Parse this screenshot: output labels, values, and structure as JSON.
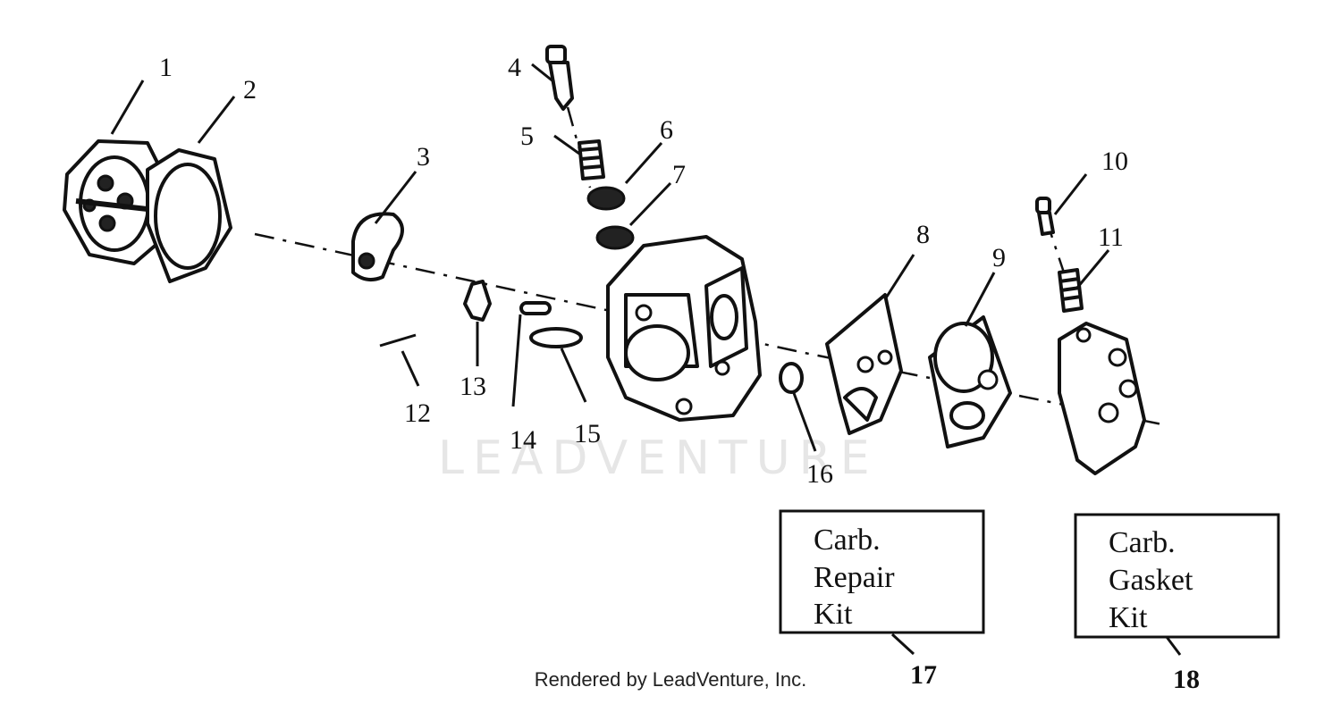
{
  "callouts": {
    "c1": "1",
    "c2": "2",
    "c3": "3",
    "c4": "4",
    "c5": "5",
    "c6": "6",
    "c7": "7",
    "c8": "8",
    "c9": "9",
    "c10": "10",
    "c11": "11",
    "c12": "12",
    "c13": "13",
    "c14": "14",
    "c15": "15",
    "c16": "16",
    "c17": "17",
    "c18": "18"
  },
  "kits": {
    "repair": {
      "line1": "Carb.",
      "line2": "Repair",
      "line3": "Kit"
    },
    "gasket": {
      "line1": "Carb.",
      "line2": "Gasket",
      "line3": "Kit"
    }
  },
  "watermark": "LEADVENTURE",
  "footer": "Rendered by LeadVenture, Inc."
}
